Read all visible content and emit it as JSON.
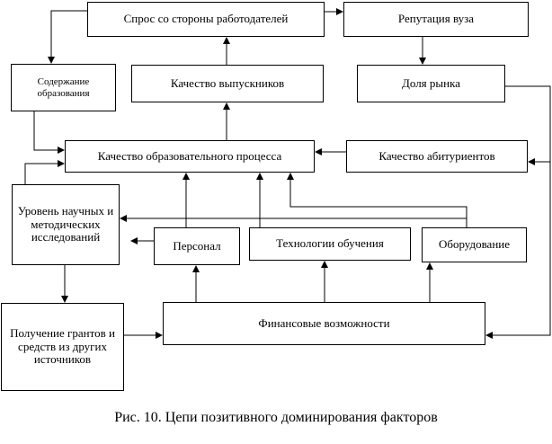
{
  "nodes": {
    "demand": "Спрос со стороны работодателей",
    "reputation": "Репутация вуза",
    "content": "Содержание образования",
    "graduates": "Качество выпускников",
    "market_share": "Доля рынка",
    "process": "Качество образовательного процесса",
    "applicants": "Качество абитуриентов",
    "research": "Уровень научных и методических исследований",
    "personnel": "Персонал",
    "technologies": "Технологии обучения",
    "equipment": "Оборудование",
    "grants": "Получение грантов и средств из других источников",
    "finance": "Финансовые возможности"
  },
  "caption": "Рис. 10. Цепи позитивного доминирования факторов"
}
